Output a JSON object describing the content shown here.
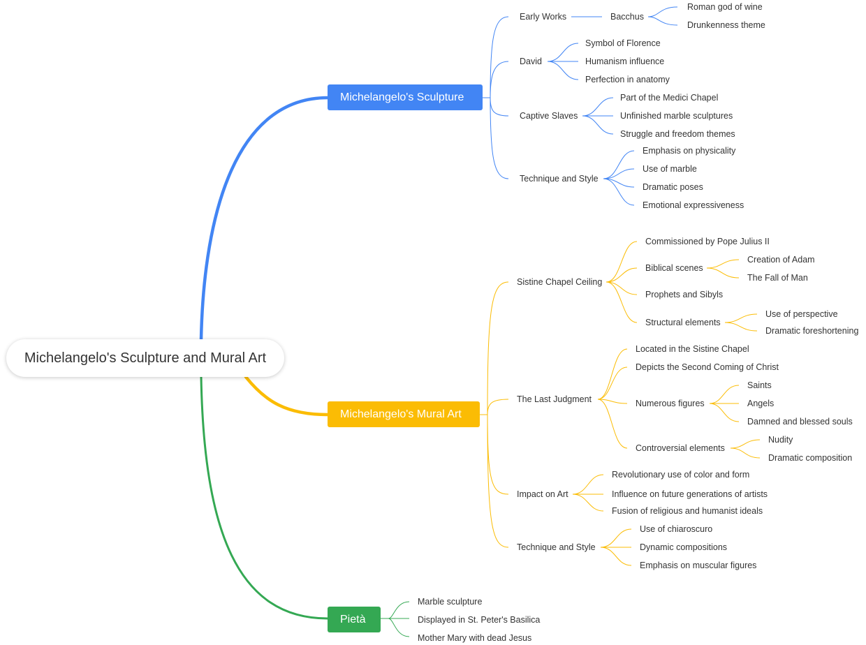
{
  "root": {
    "label": "Michelangelo's Sculpture and Mural Art"
  },
  "colors": {
    "sculpture": "#4285f4",
    "mural": "#fbbc04",
    "pieta": "#34a853"
  },
  "branches": {
    "sculpture": {
      "label": "Michelangelo's Sculpture",
      "early_works": {
        "label": "Early Works",
        "bacchus": {
          "label": "Bacchus",
          "children": [
            "Roman god of wine",
            "Drunkenness theme"
          ]
        }
      },
      "david": {
        "label": "David",
        "children": [
          "Symbol of Florence",
          "Humanism influence",
          "Perfection in anatomy"
        ]
      },
      "captive_slaves": {
        "label": "Captive Slaves",
        "children": [
          "Part of the Medici Chapel",
          "Unfinished marble sculptures",
          "Struggle and freedom themes"
        ]
      },
      "technique": {
        "label": "Technique and Style",
        "children": [
          "Emphasis on physicality",
          "Use of marble",
          "Dramatic poses",
          "Emotional expressiveness"
        ]
      }
    },
    "mural": {
      "label": "Michelangelo's Mural Art",
      "sistine": {
        "label": "Sistine Chapel Ceiling",
        "commissioned": "Commissioned by Pope Julius II",
        "biblical": {
          "label": "Biblical scenes",
          "children": [
            "Creation of Adam",
            "The Fall of Man"
          ]
        },
        "prophets": "Prophets and Sibyls",
        "structural": {
          "label": "Structural elements",
          "children": [
            "Use of perspective",
            "Dramatic foreshortening"
          ]
        }
      },
      "last_judgment": {
        "label": "The Last Judgment",
        "located": "Located in the Sistine Chapel",
        "depicts": "Depicts the Second Coming of Christ",
        "figures": {
          "label": "Numerous figures",
          "children": [
            "Saints",
            "Angels",
            "Damned and blessed souls"
          ]
        },
        "controversial": {
          "label": "Controversial elements",
          "children": [
            "Nudity",
            "Dramatic composition"
          ]
        }
      },
      "impact": {
        "label": "Impact on Art",
        "children": [
          "Revolutionary use of color and form",
          "Influence on future generations of artists",
          "Fusion of religious and humanist ideals"
        ]
      },
      "technique": {
        "label": "Technique and Style",
        "children": [
          "Use of chiaroscuro",
          "Dynamic compositions",
          "Emphasis on muscular figures"
        ]
      }
    },
    "pieta": {
      "label": "Pietà",
      "children": [
        "Marble sculpture",
        "Displayed in St. Peter's Basilica",
        "Mother Mary with dead Jesus"
      ]
    }
  }
}
